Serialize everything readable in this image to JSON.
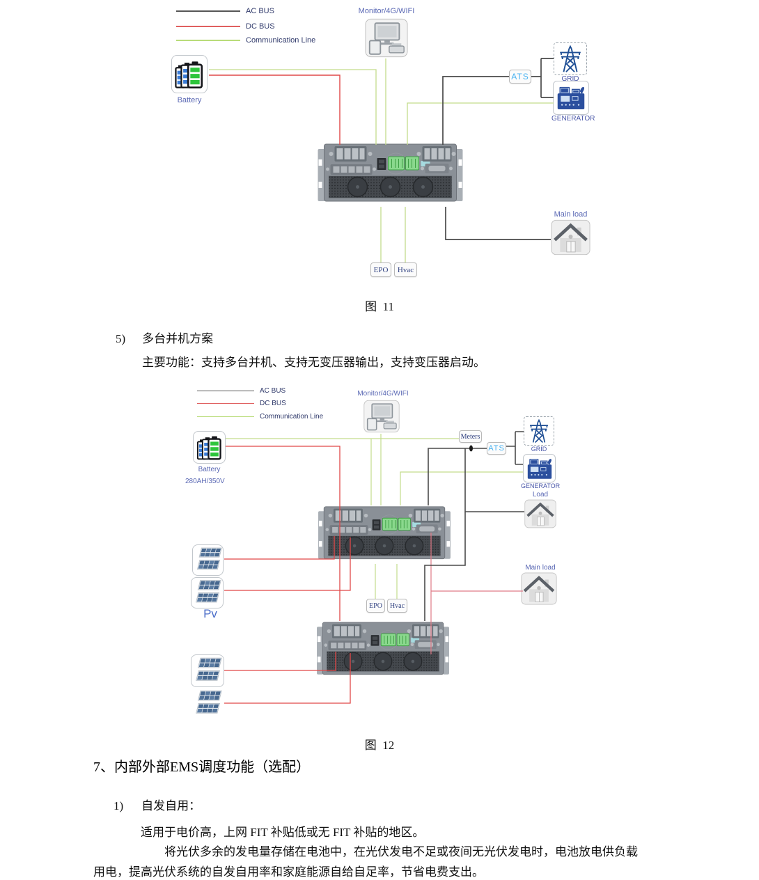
{
  "colors": {
    "ac_bus": "#4a4a4a",
    "dc_bus": "#e04848",
    "communication_line": "#c3dc8c",
    "parallel_load_line": "#e07a87",
    "node_label_blue": "#5a68b4",
    "ats_text_blue": "#45b1f2"
  },
  "figure11": {
    "legend": [
      {
        "label": "AC BUS"
      },
      {
        "label": "DC BUS"
      },
      {
        "label": "Communication Line"
      }
    ],
    "nodes": {
      "monitor": "Monitor/4G/WIFI",
      "battery": "Battery",
      "ats": "ATS",
      "grid": "GRID",
      "generator": "GENERATOR",
      "main_load": "Main load",
      "epo": "EPO",
      "hvac": "Hvac"
    },
    "caption": "图  11"
  },
  "section5": {
    "number": "5)",
    "title": "多台并机方案",
    "body": "主要功能：支持多台并机、支持无变压器输出，支持变压器启动。"
  },
  "figure12": {
    "legend": [
      {
        "label": "AC BUS"
      },
      {
        "label": "DC BUS"
      },
      {
        "label": "Communication Line"
      }
    ],
    "nodes": {
      "monitor": "Monitor/4G/WIFI",
      "battery": "Battery",
      "battery_spec": "280AH/350V",
      "meters": "Meters",
      "ats": "ATS",
      "grid": "GRID",
      "generator": "GENERATOR",
      "load": "Load",
      "main_load": "Main load",
      "epo": "EPO",
      "hvac": "Hvac",
      "pv": "Pv"
    },
    "caption": "图  12"
  },
  "section7": {
    "heading": "7、内部外部EMS调度功能（选配）",
    "item_number": "1)",
    "item_title": "自发自用：",
    "para1": "适用于电价高，上网 FIT 补贴低或无 FIT 补贴的地区。",
    "para2_line1": "将光伏多余的发电量存储在电池中，在光伏发电不足或夜间无光伏发电时，电池放电供负载",
    "para2_line2": "用电，提高光伏系统的自发自用率和家庭能源自给自足率，节省电费支出。"
  }
}
